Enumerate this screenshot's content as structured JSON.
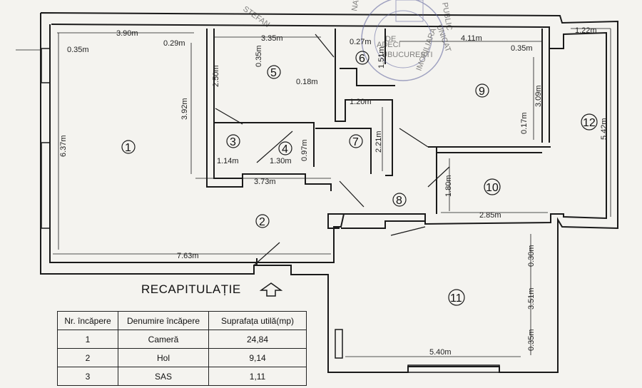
{
  "stamp_text": [
    "STEFAN",
    "NATIONAL",
    "PUBLIC",
    "UNICAT",
    "DE",
    "IMOBILIARA",
    "ADECI",
    "UBUCURESTI"
  ],
  "dimensions": [
    "3.90m",
    "0.35m",
    "0.29m",
    "3.35m",
    "0.35m",
    "2.50m",
    "3.92m",
    "0.18m",
    "0.27m",
    "1.51m",
    "4.11m",
    "0.35m",
    "1.22m",
    "6.37m",
    "1.20m",
    "2.21m",
    "3.09m",
    "0.17m",
    "5.42m",
    "1.14m",
    "1.30m",
    "0.97m",
    "3.73m",
    "1.80m",
    "2.85m",
    "7.63m",
    "0.30m",
    "3.51m",
    "5.40m",
    "0.35m"
  ],
  "rooms": [
    "1",
    "2",
    "3",
    "4",
    "5",
    "6",
    "7",
    "8",
    "9",
    "10",
    "11",
    "12"
  ],
  "recap": {
    "title": "RECAPITULAȚIE",
    "headers": [
      "Nr. încăpere",
      "Denumire încăpere",
      "Suprafața utilă(mp)"
    ],
    "rows": [
      [
        "1",
        "Cameră",
        "24,84"
      ],
      [
        "2",
        "Hol",
        "9,14"
      ],
      [
        "3",
        "SAS",
        "1,11"
      ]
    ]
  },
  "colors": {
    "ink": "#1a1a1a",
    "paper": "#f4f3ef",
    "stamp": "#5a5f9a"
  }
}
